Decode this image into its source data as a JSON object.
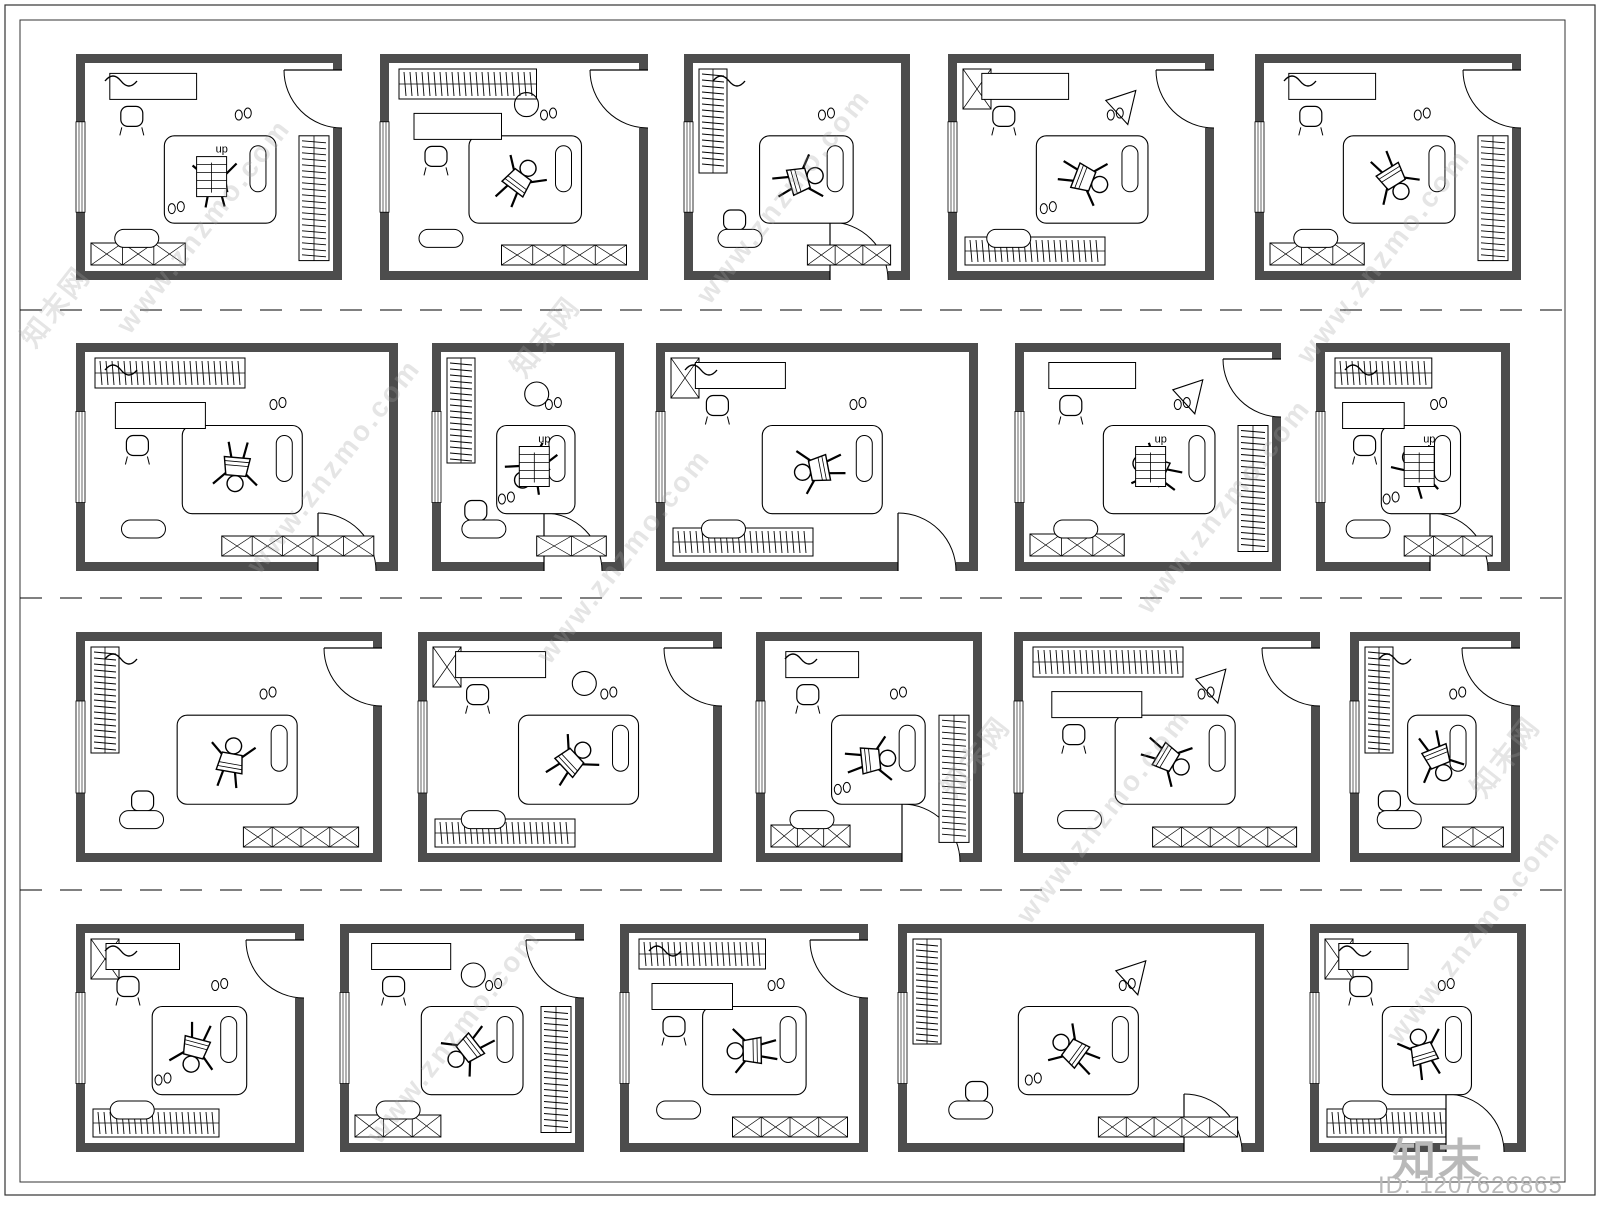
{
  "labels": {
    "up": "up"
  },
  "watermark": {
    "text": "www.znzmo.com",
    "brand_cn": "知末网"
  },
  "logo": {
    "text": "知末"
  },
  "image_id": {
    "text": "ID: 1207626865"
  },
  "colors": {
    "wall": "#4d4d4d",
    "line": "#000000",
    "frame": "#333333",
    "watermark": "#a0a0a0"
  },
  "rooms": [
    {
      "id": "r1-1",
      "row": 1,
      "col": 1,
      "stairs": true,
      "door": "right"
    },
    {
      "id": "r1-2",
      "row": 1,
      "col": 2,
      "door": "right"
    },
    {
      "id": "r1-3",
      "row": 1,
      "col": 3,
      "door": "bottom"
    },
    {
      "id": "r1-4",
      "row": 1,
      "col": 4,
      "door": "right"
    },
    {
      "id": "r1-5",
      "row": 1,
      "col": 5,
      "door": "right"
    },
    {
      "id": "r2-1",
      "row": 2,
      "col": 1,
      "door": "bottom"
    },
    {
      "id": "r2-2",
      "row": 2,
      "col": 2,
      "stairs": true,
      "door": "bottom"
    },
    {
      "id": "r2-3",
      "row": 2,
      "col": 3,
      "door": "bottom"
    },
    {
      "id": "r2-4",
      "row": 2,
      "col": 4,
      "stairs": true,
      "door": "right"
    },
    {
      "id": "r2-5",
      "row": 2,
      "col": 5,
      "stairs": true,
      "door": "bottom"
    },
    {
      "id": "r3-1",
      "row": 3,
      "col": 1,
      "door": "right"
    },
    {
      "id": "r3-2",
      "row": 3,
      "col": 2,
      "door": "right"
    },
    {
      "id": "r3-3",
      "row": 3,
      "col": 3,
      "door": "bottom"
    },
    {
      "id": "r3-4",
      "row": 3,
      "col": 4,
      "door": "right"
    },
    {
      "id": "r3-5",
      "row": 3,
      "col": 5,
      "door": "right"
    },
    {
      "id": "r4-1",
      "row": 4,
      "col": 1,
      "door": "right"
    },
    {
      "id": "r4-2",
      "row": 4,
      "col": 2,
      "door": "right"
    },
    {
      "id": "r4-3",
      "row": 4,
      "col": 3,
      "door": "right"
    },
    {
      "id": "r4-4",
      "row": 4,
      "col": 4,
      "door": "bottom"
    },
    {
      "id": "r4-5",
      "row": 4,
      "col": 5,
      "door": "bottom"
    }
  ]
}
